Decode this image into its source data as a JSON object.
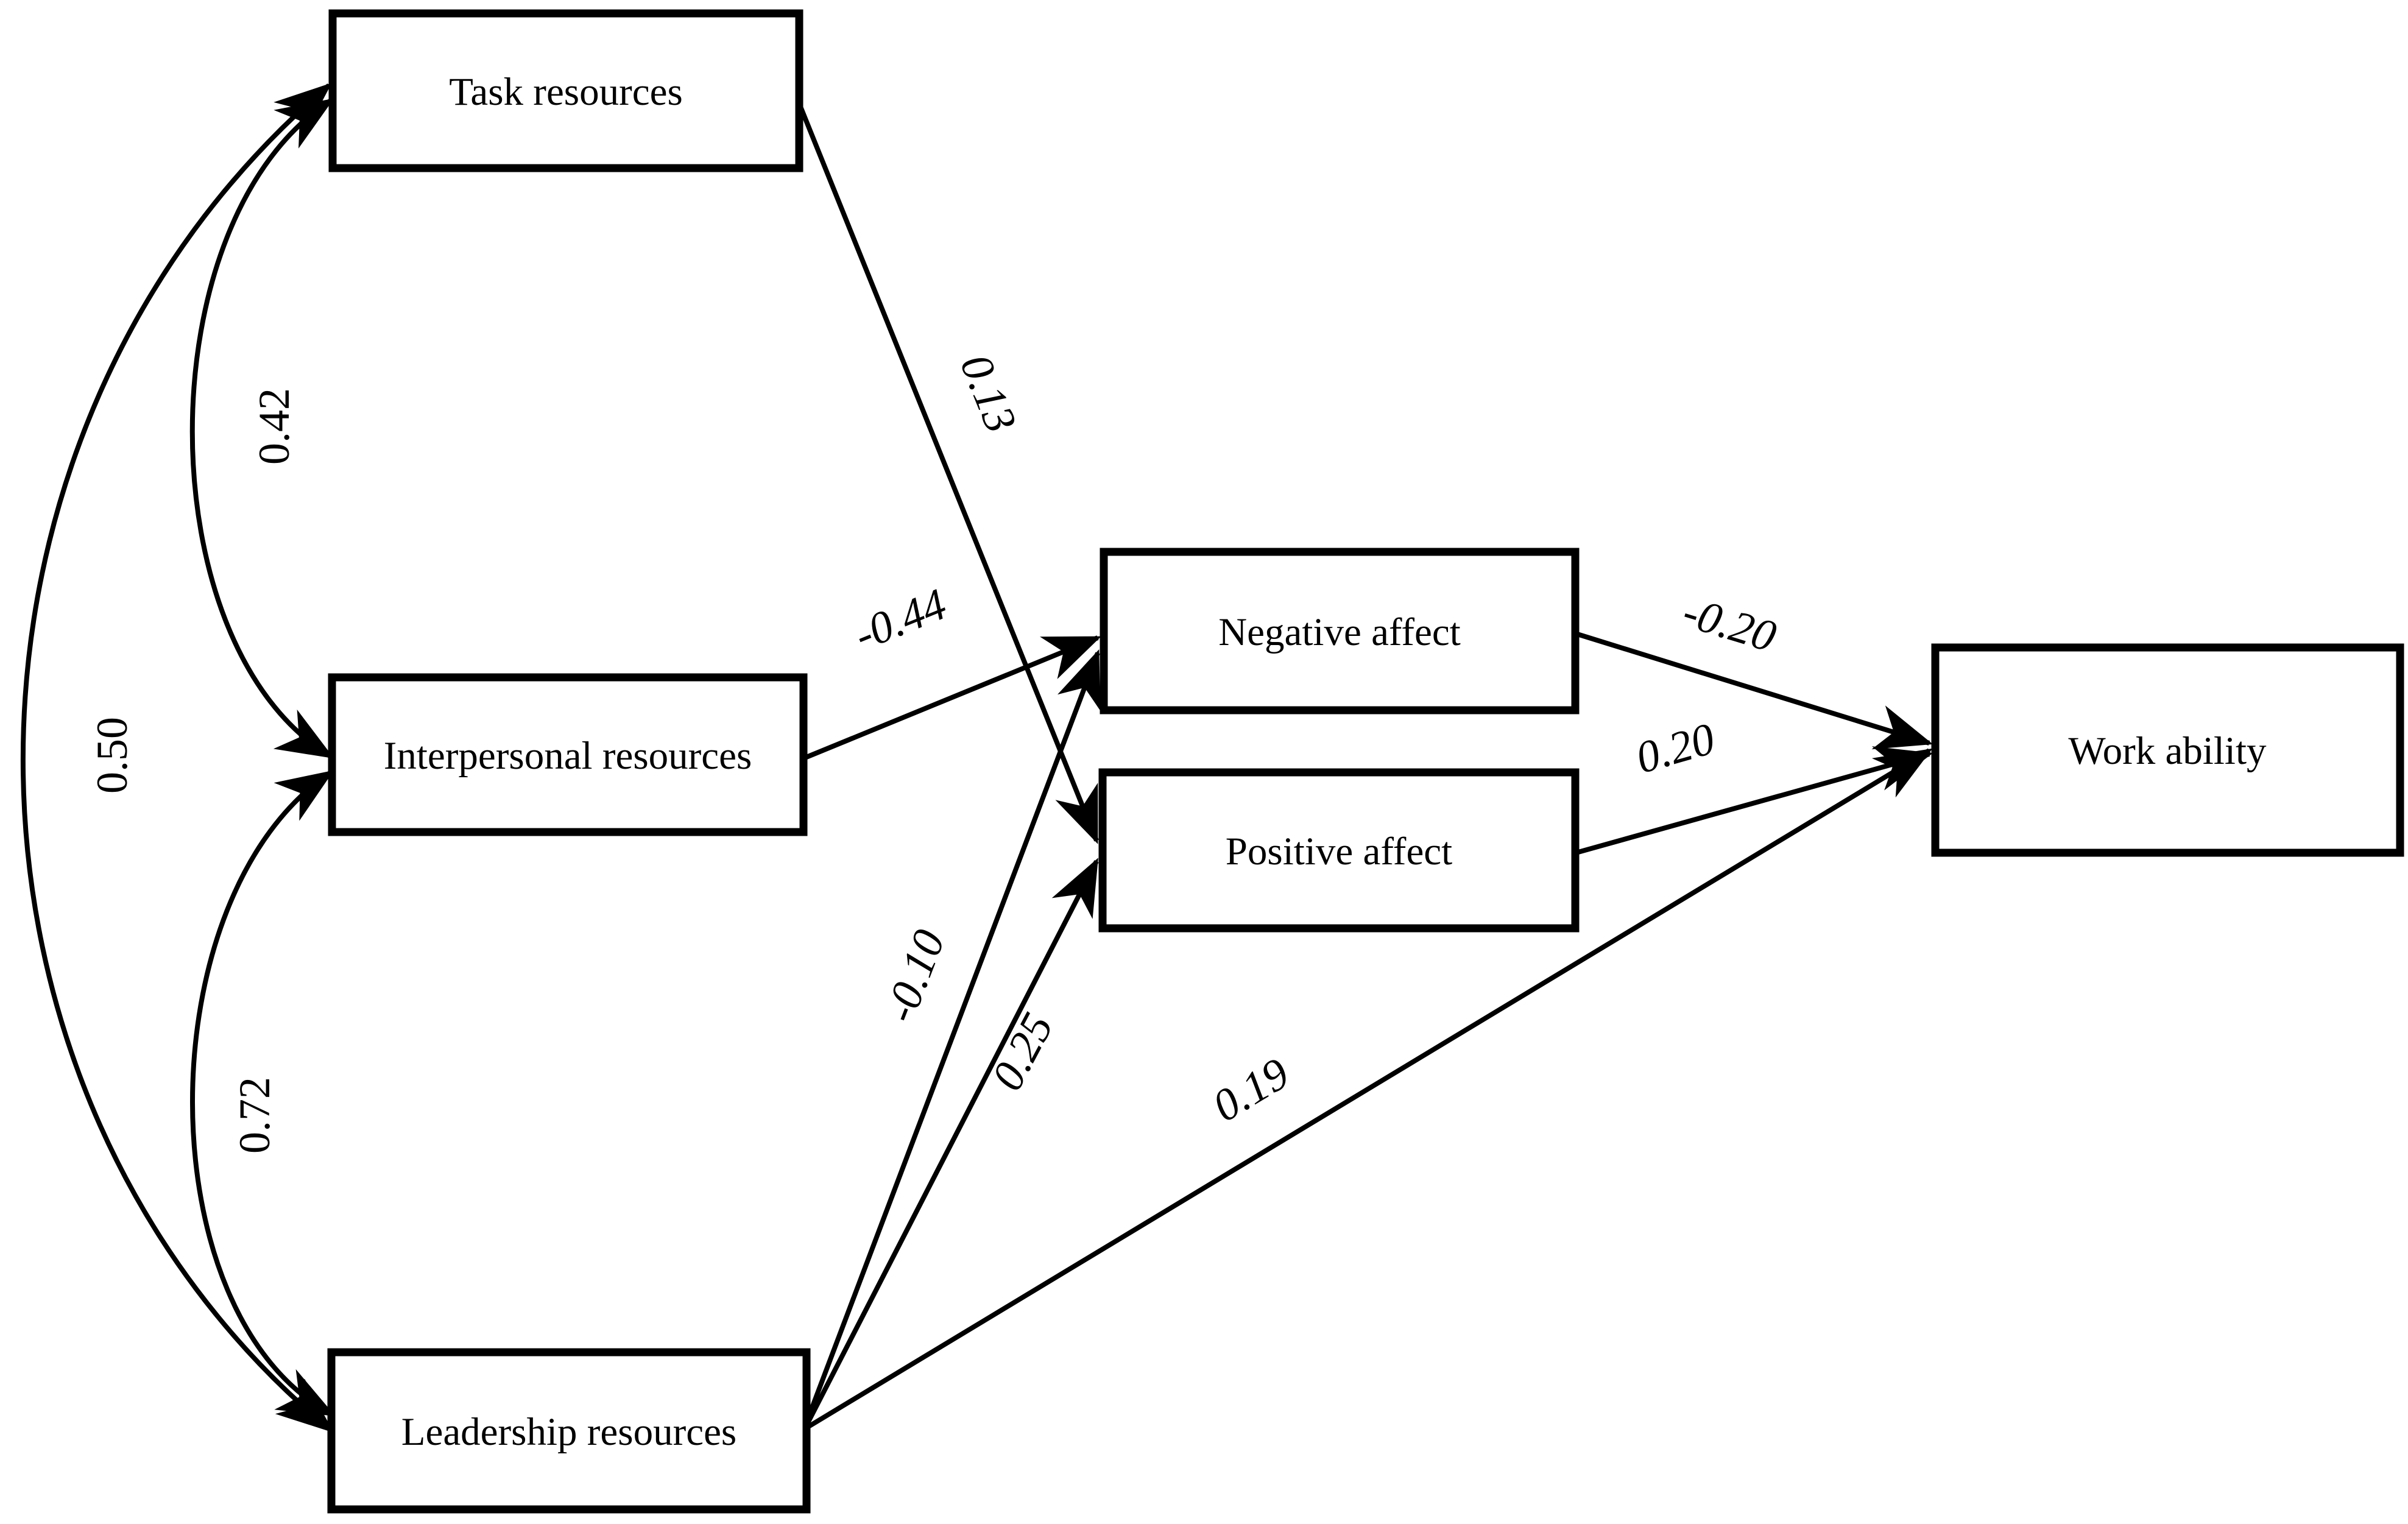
{
  "figure": {
    "type": "path-diagram",
    "background_color": "#ffffff",
    "ink_color": "#000000"
  },
  "diagram": {
    "nodes": [
      {
        "id": "task",
        "label": "Task resources"
      },
      {
        "id": "interpersonal",
        "label": "Interpersonal resources"
      },
      {
        "id": "leadership",
        "label": "Leadership resources"
      },
      {
        "id": "negative",
        "label": "Negative affect"
      },
      {
        "id": "positive",
        "label": "Positive affect"
      },
      {
        "id": "work",
        "label": "Work ability"
      }
    ],
    "paths": [
      {
        "from": "Task resources",
        "to": "Positive affect",
        "coefficient": "0.13"
      },
      {
        "from": "Interpersonal resources",
        "to": "Negative affect",
        "coefficient": "-0.44"
      },
      {
        "from": "Leadership resources",
        "to": "Negative affect",
        "coefficient": "-0.10"
      },
      {
        "from": "Leadership resources",
        "to": "Positive affect",
        "coefficient": "0.25"
      },
      {
        "from": "Leadership resources",
        "to": "Work ability",
        "coefficient": "0.19"
      },
      {
        "from": "Negative affect",
        "to": "Work ability",
        "coefficient": "-0.20"
      },
      {
        "from": "Positive affect",
        "to": "Work ability",
        "coefficient": "0.20"
      }
    ],
    "correlations": [
      {
        "between": [
          "Task resources",
          "Interpersonal resources"
        ],
        "value": "0.42"
      },
      {
        "between": [
          "Task resources",
          "Leadership resources"
        ],
        "value": "0.50"
      },
      {
        "between": [
          "Interpersonal resources",
          "Leadership resources"
        ],
        "value": "0.72"
      }
    ]
  }
}
